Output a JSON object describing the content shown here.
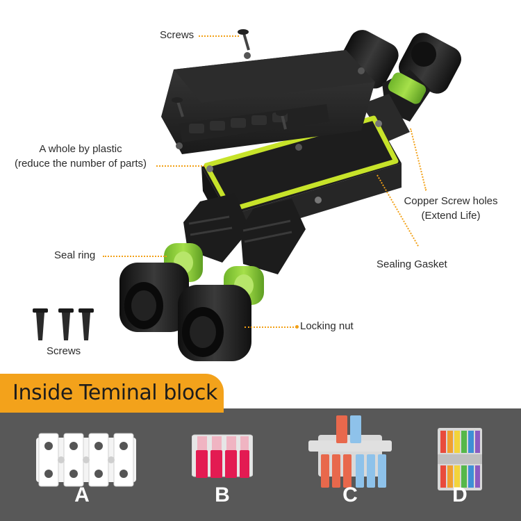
{
  "callouts": {
    "screws_top": "Screws",
    "plastic_line1": "A whole by plastic",
    "plastic_line2": "(reduce the number of parts)",
    "copper_line1": "Copper Screw holes",
    "copper_line2": "(Extend Life)",
    "seal_ring": "Seal ring",
    "sealing_gasket": "Sealing Gasket",
    "locking_nut": "Locking nut",
    "screws_bottom": "Screws"
  },
  "banner": {
    "title": "Inside Teminal block"
  },
  "terminal_blocks": [
    {
      "letter": "A"
    },
    {
      "letter": "B"
    },
    {
      "letter": "C"
    },
    {
      "letter": "D"
    }
  ],
  "colors": {
    "accent": "#f3a21b",
    "gasket": "#c7e32a",
    "seal": "#8fd13a",
    "body": "#1e1e1e",
    "panel": "#585858"
  }
}
